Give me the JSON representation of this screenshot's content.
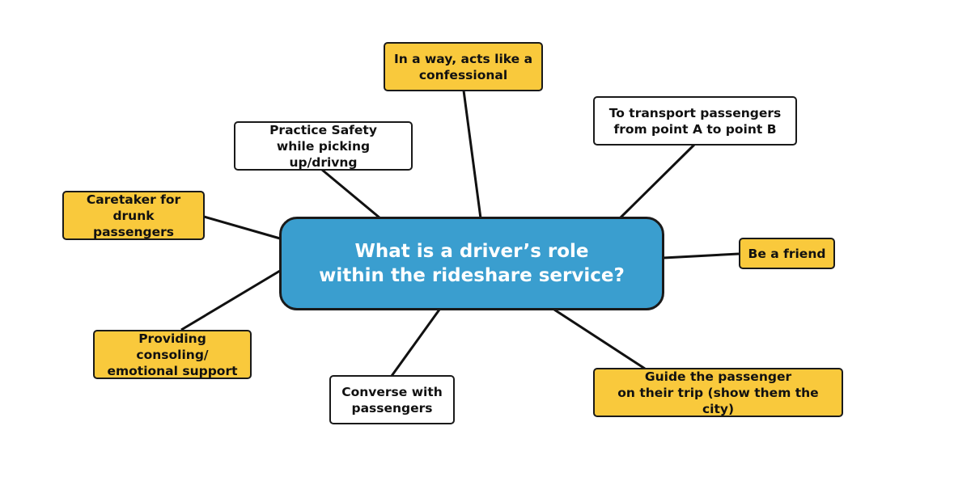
{
  "diagram": {
    "center": {
      "text": "What is a driver’s role\nwithin the rideshare service?",
      "color": "#3a9ecf"
    },
    "nodes": {
      "confessional": {
        "text": "In a way, acts like a\nconfessional",
        "color": "#f9c93c"
      },
      "transport": {
        "text": "To transport passengers\nfrom point A to point B",
        "color": "#ffffff"
      },
      "safety": {
        "text": "Practice Safety\nwhile picking up/drivng",
        "color": "#ffffff"
      },
      "caretaker": {
        "text": "Caretaker for\ndrunk passengers",
        "color": "#f9c93c"
      },
      "friend": {
        "text": "Be a friend",
        "color": "#f9c93c"
      },
      "consoling": {
        "text": "Providing consoling/\nemotional support",
        "color": "#f9c93c"
      },
      "converse": {
        "text": "Converse with\npassengers",
        "color": "#ffffff"
      },
      "guide": {
        "text": "Guide the passenger\non their trip (show them the city)",
        "color": "#f9c93c"
      }
    }
  }
}
